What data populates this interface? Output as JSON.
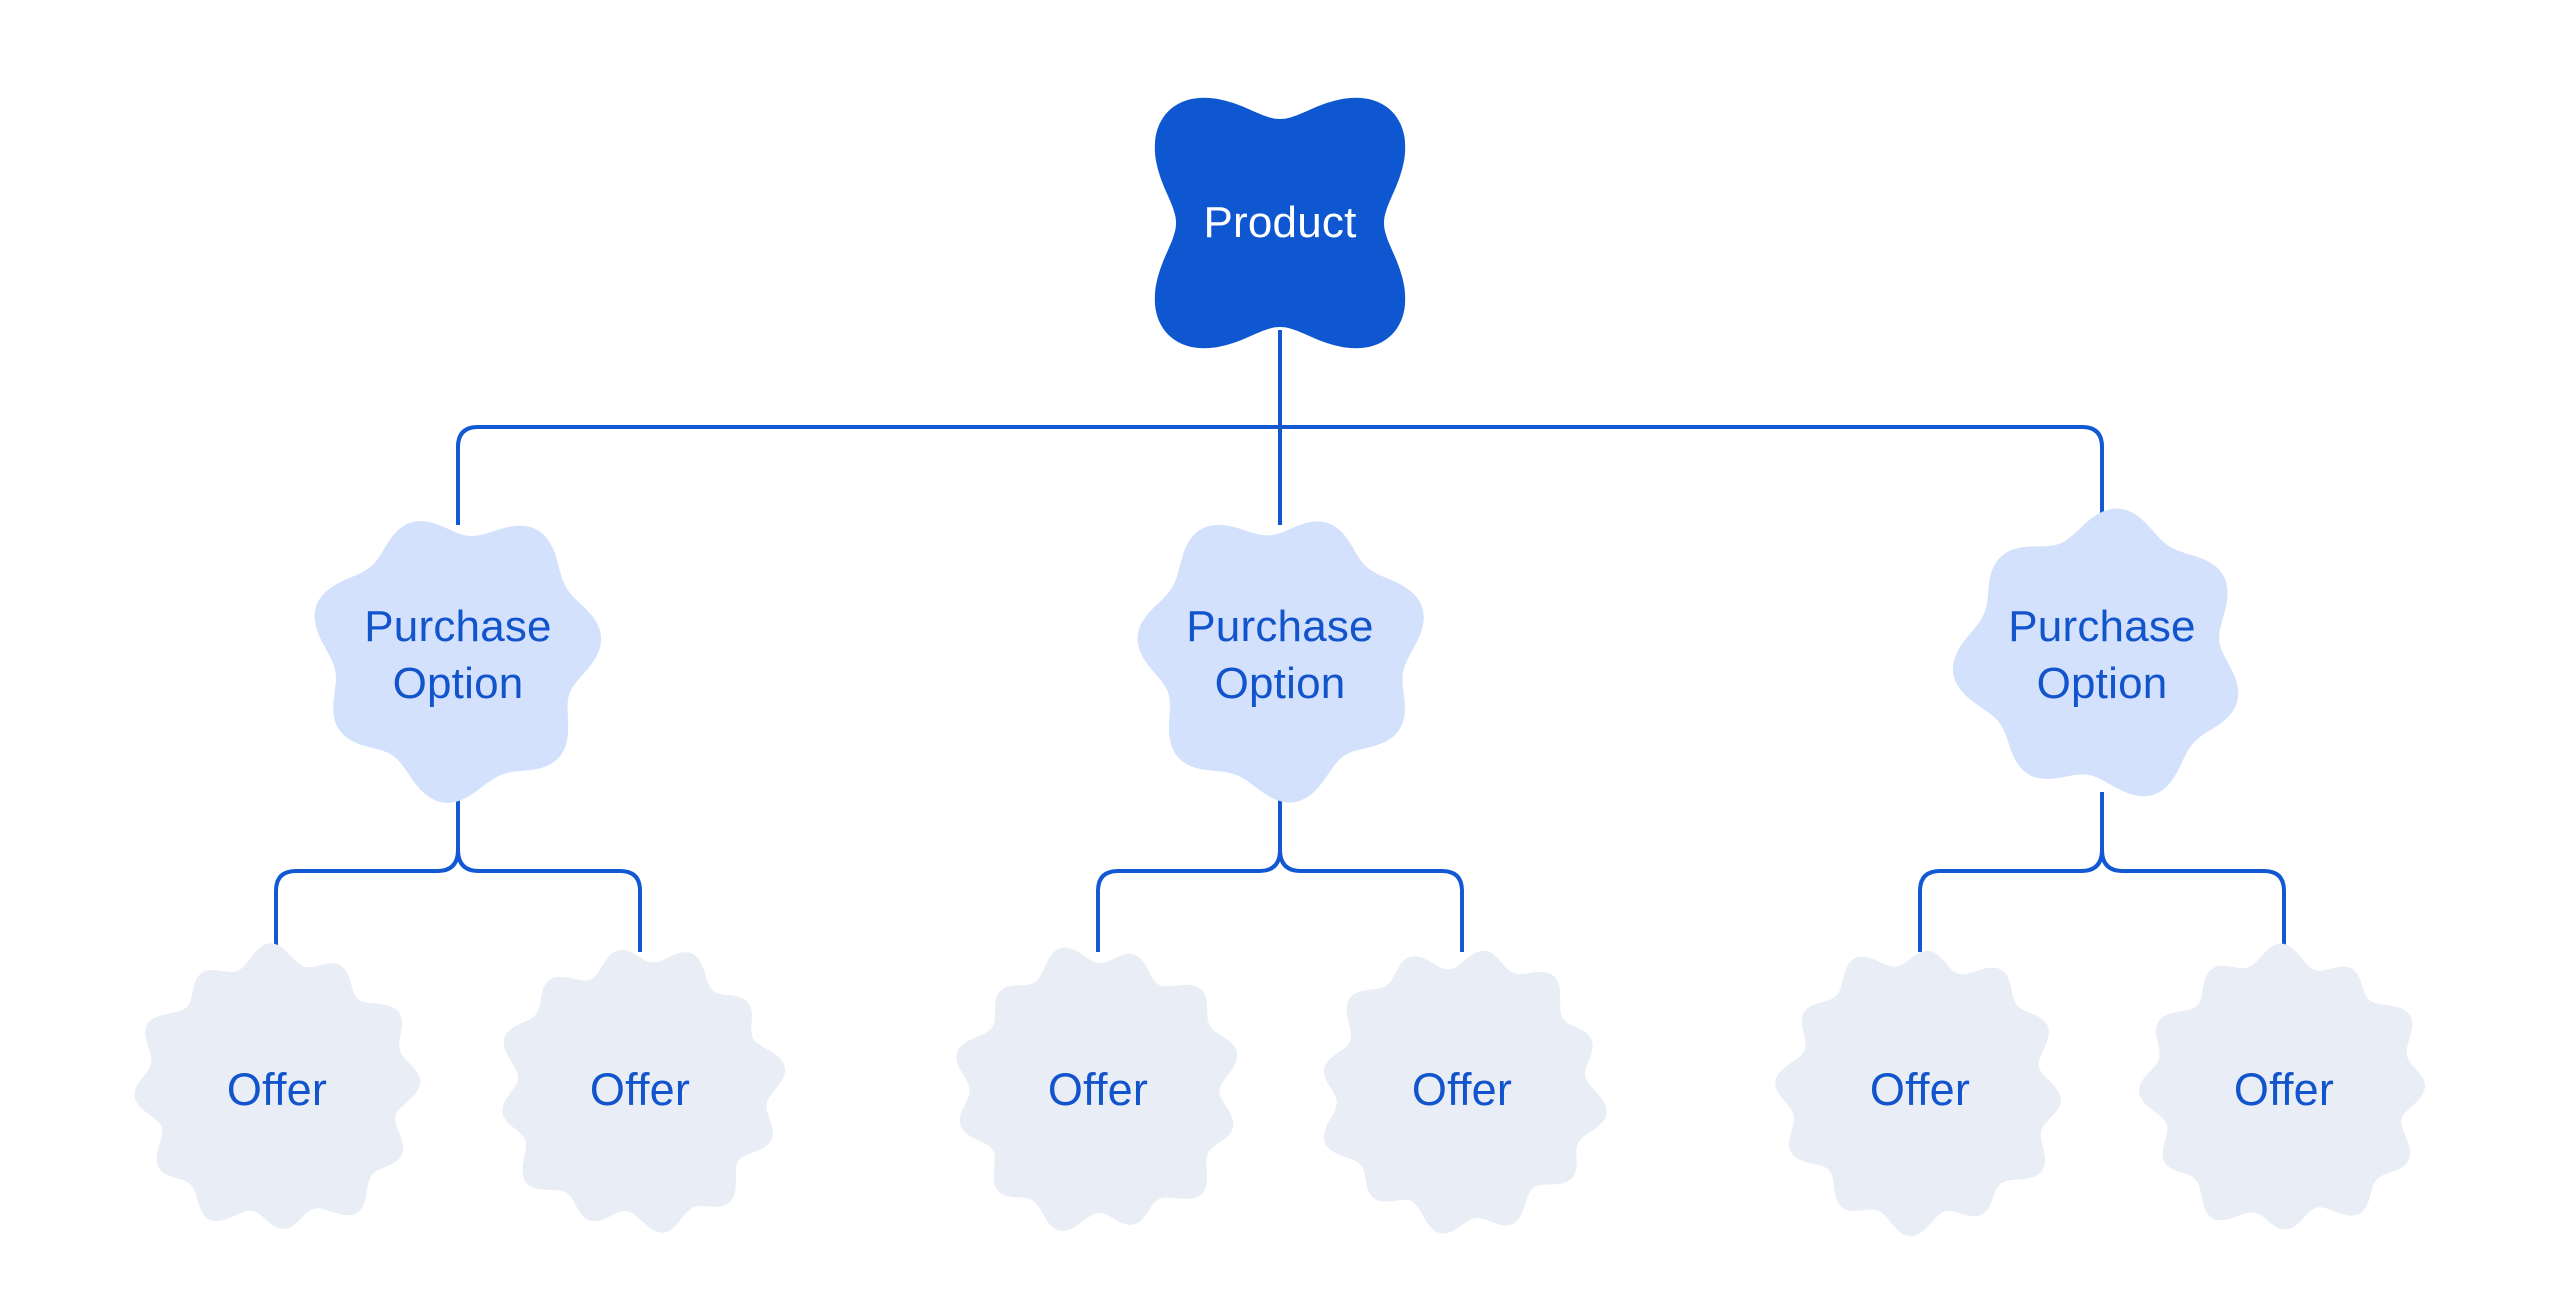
{
  "colors": {
    "background": "#ffffff",
    "root_fill": "#0e57d1",
    "root_text": "#ffffff",
    "option_fill": "#d3e1fc",
    "offer_fill": "#e9edf6",
    "label_text": "#1254cc",
    "connector": "#1158d2"
  },
  "diagram": {
    "root": {
      "label": "Product"
    },
    "purchase_options": [
      {
        "label": "Purchase Option",
        "offers": [
          {
            "label": "Offer"
          },
          {
            "label": "Offer"
          }
        ]
      },
      {
        "label": "Purchase Option",
        "offers": [
          {
            "label": "Offer"
          },
          {
            "label": "Offer"
          }
        ]
      },
      {
        "label": "Purchase Option",
        "offers": [
          {
            "label": "Offer"
          },
          {
            "label": "Offer"
          }
        ]
      }
    ]
  }
}
